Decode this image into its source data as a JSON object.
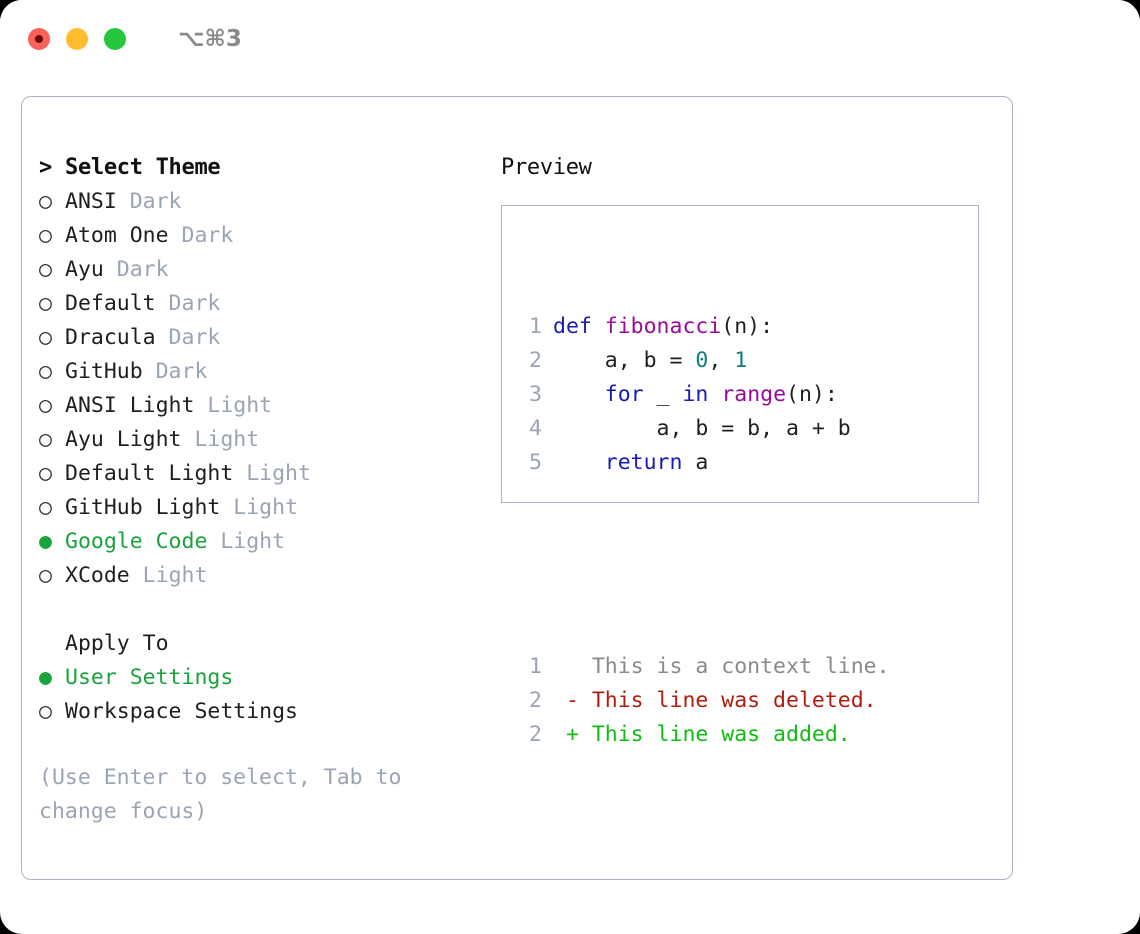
{
  "titlebar": {
    "shortcut": "⌥⌘3",
    "buttons": [
      {
        "name": "close",
        "color": "#fb6158"
      },
      {
        "name": "minimize",
        "color": "#fdbd2e"
      },
      {
        "name": "maximize",
        "color": "#26c73f"
      }
    ]
  },
  "left": {
    "header": "Select Theme",
    "caret": ">",
    "bullet_empty": "○",
    "bullet_filled": "●",
    "themes": [
      {
        "name": "ANSI",
        "kind": "Dark",
        "selected": false
      },
      {
        "name": "Atom One",
        "kind": "Dark",
        "selected": false
      },
      {
        "name": "Ayu",
        "kind": "Dark",
        "selected": false
      },
      {
        "name": "Default",
        "kind": "Dark",
        "selected": false
      },
      {
        "name": "Dracula",
        "kind": "Dark",
        "selected": false
      },
      {
        "name": "GitHub",
        "kind": "Dark",
        "selected": false
      },
      {
        "name": "ANSI Light",
        "kind": "Light",
        "selected": false
      },
      {
        "name": "Ayu Light",
        "kind": "Light",
        "selected": false
      },
      {
        "name": "Default Light",
        "kind": "Light",
        "selected": false
      },
      {
        "name": "GitHub Light",
        "kind": "Light",
        "selected": false
      },
      {
        "name": "Google Code",
        "kind": "Light",
        "selected": true
      },
      {
        "name": "XCode",
        "kind": "Light",
        "selected": false
      }
    ],
    "apply_to_title": "Apply To",
    "apply_to_options": [
      {
        "name": "User Settings",
        "selected": true
      },
      {
        "name": "Workspace Settings",
        "selected": false
      }
    ],
    "hint": "(Use Enter to select, Tab to change focus)"
  },
  "right": {
    "title": "Preview",
    "code_lines": [
      {
        "num": "1",
        "tokens": [
          {
            "t": "def ",
            "c": "kw"
          },
          {
            "t": "fibonacci",
            "c": "fn"
          },
          {
            "t": "(n):",
            "c": "pln"
          }
        ]
      },
      {
        "num": "2",
        "tokens": [
          {
            "t": "    a, b = ",
            "c": "pln"
          },
          {
            "t": "0",
            "c": "num"
          },
          {
            "t": ", ",
            "c": "pln"
          },
          {
            "t": "1",
            "c": "num"
          }
        ]
      },
      {
        "num": "3",
        "tokens": [
          {
            "t": "    ",
            "c": "pln"
          },
          {
            "t": "for",
            "c": "kw"
          },
          {
            "t": " _ ",
            "c": "pln"
          },
          {
            "t": "in",
            "c": "kw"
          },
          {
            "t": " ",
            "c": "pln"
          },
          {
            "t": "range",
            "c": "fn"
          },
          {
            "t": "(n):",
            "c": "pln"
          }
        ]
      },
      {
        "num": "4",
        "tokens": [
          {
            "t": "        a, b = b, a + b",
            "c": "pln"
          }
        ]
      },
      {
        "num": "5",
        "tokens": [
          {
            "t": "    ",
            "c": "pln"
          },
          {
            "t": "return",
            "c": "kw"
          },
          {
            "t": " a",
            "c": "pln"
          }
        ]
      }
    ],
    "diff_lines": [
      {
        "num": "1",
        "marker": " ",
        "text": "This is a context line.",
        "kind": "ctx"
      },
      {
        "num": "2",
        "marker": "-",
        "text": "This line was deleted.",
        "kind": "del"
      },
      {
        "num": "2",
        "marker": "+",
        "text": "This line was added.",
        "kind": "add"
      }
    ]
  },
  "colors": {
    "accent_green": "#19a33c",
    "muted_blue_gray": "#9aa5b4",
    "border": "#aab4c2",
    "keyword": "#1a1ab8",
    "function": "#9b0a9b",
    "number": "#0d7d7d",
    "diff_deleted": "#b01d10",
    "diff_added": "#12bb12"
  }
}
